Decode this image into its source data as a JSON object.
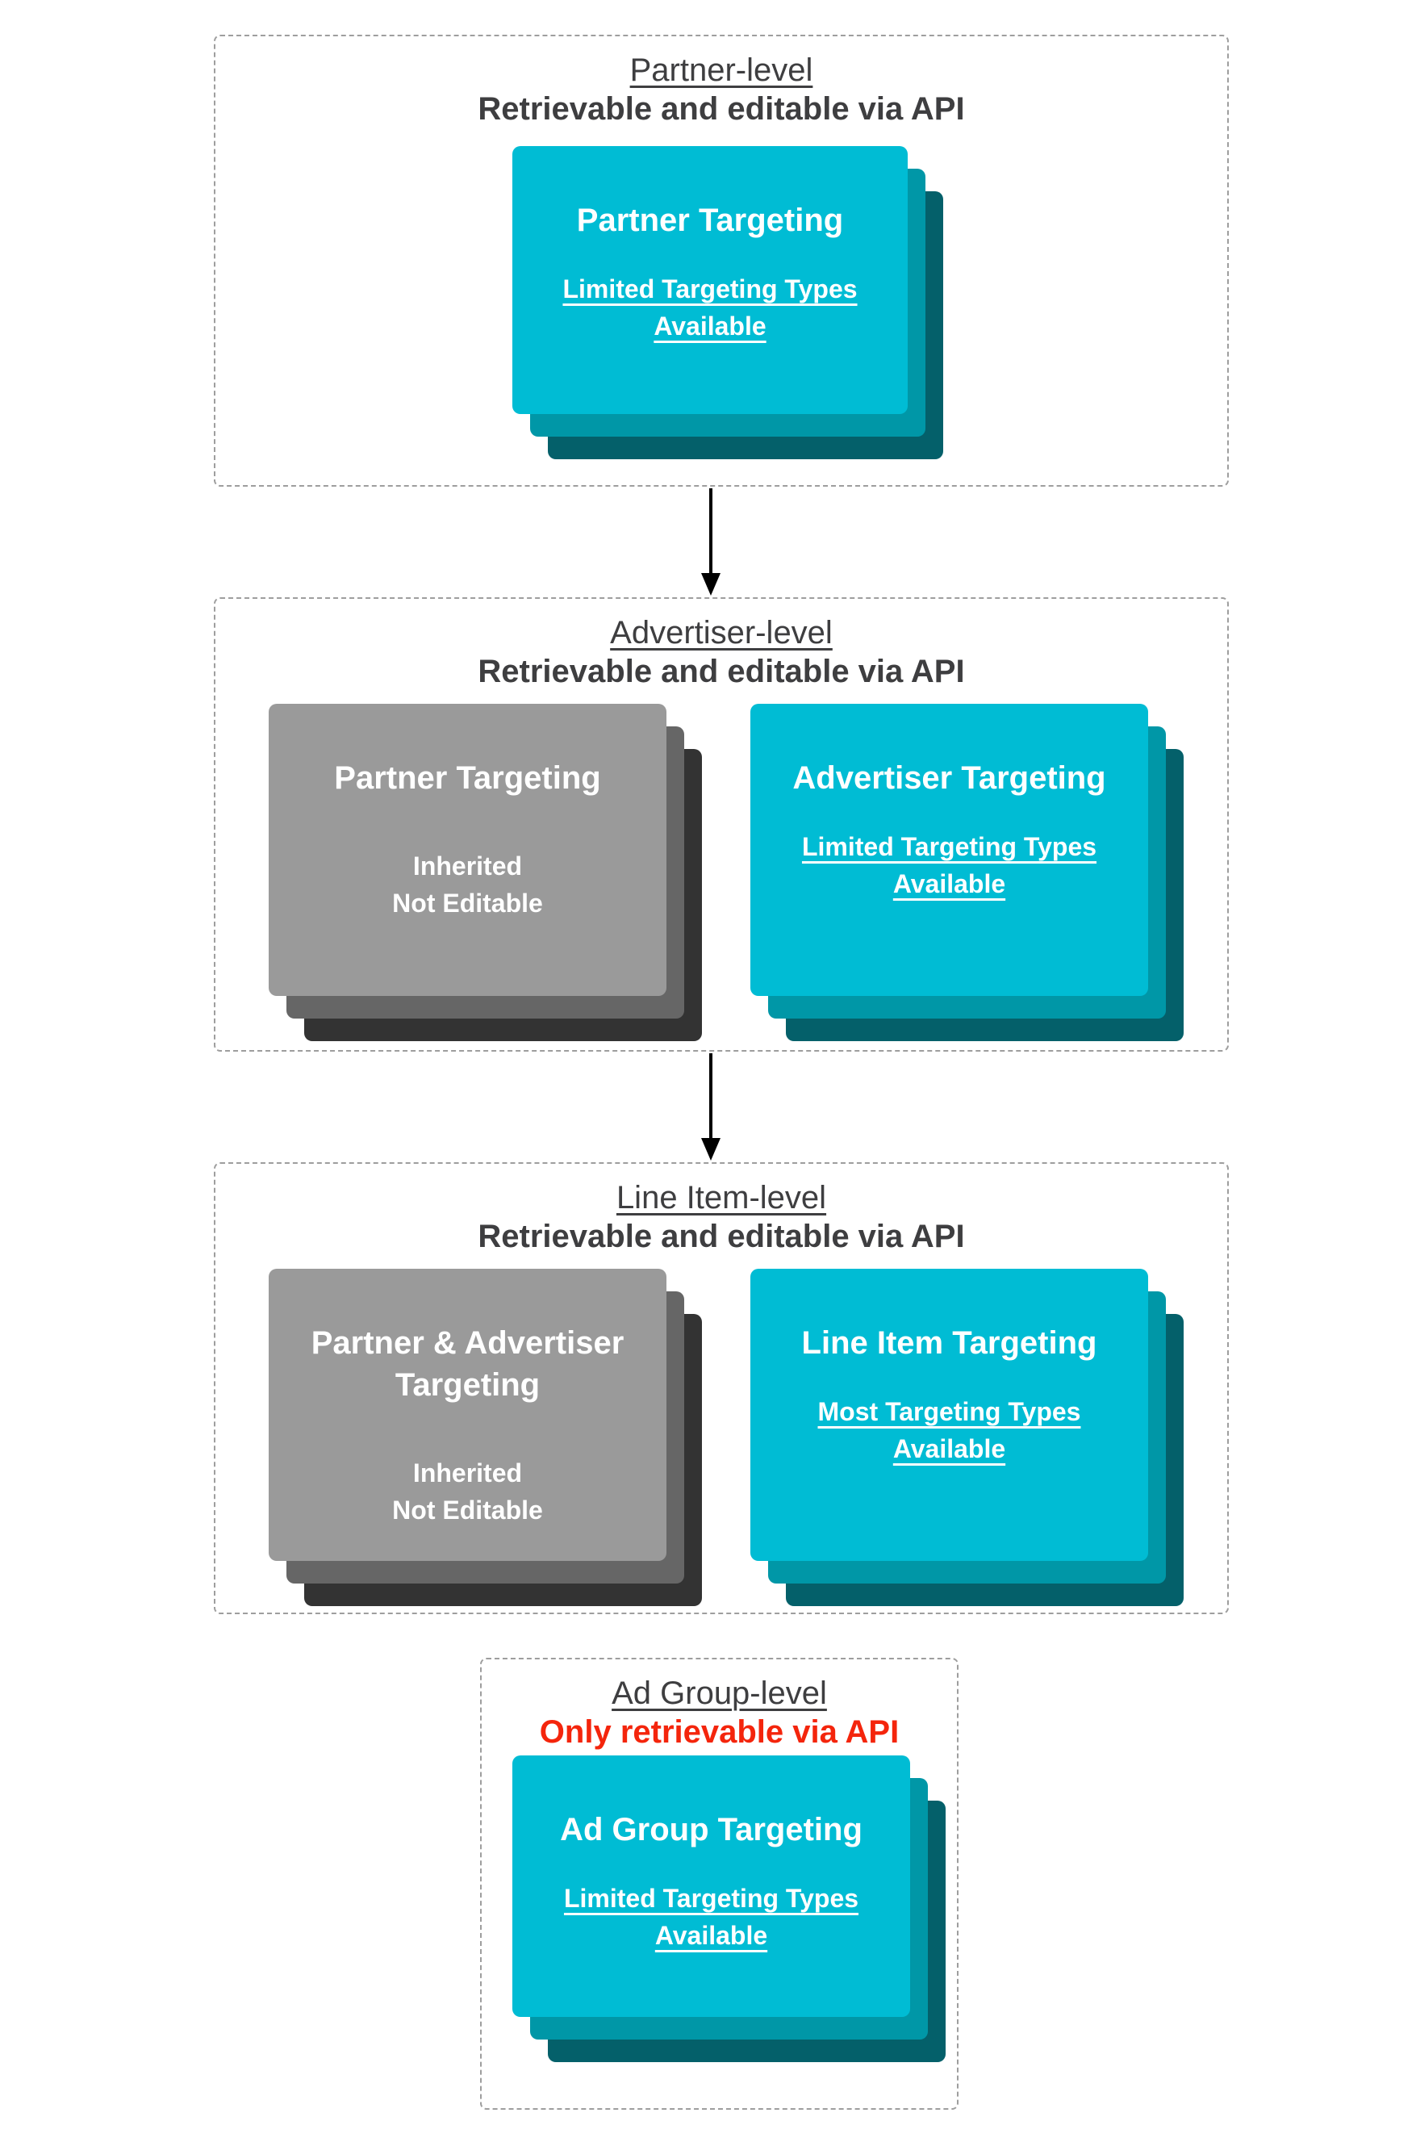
{
  "colors": {
    "teal": "#00BCD4",
    "teal-shadow-1": "#0097A7",
    "teal-shadow-2": "#04606A",
    "gray": "#9A9A9A",
    "gray-shadow-1": "#666666",
    "gray-shadow-2": "#333333",
    "ink": "#3E3E40",
    "red": "#F4250C",
    "border": "#9E9E9E",
    "arrow": "#000000",
    "card-text": "#FFFFFF"
  },
  "sections": [
    {
      "title": "Partner-level",
      "subtitle": "Retrievable and editable via API",
      "cards": [
        {
          "title": "Partner Targeting",
          "body_lines": [
            "Limited Targeting Types",
            "Available"
          ]
        }
      ]
    },
    {
      "title": "Advertiser-level",
      "subtitle": "Retrievable and editable via API",
      "cards": [
        {
          "title": "Partner Targeting",
          "body_lines": [
            "Inherited",
            "Not Editable"
          ]
        },
        {
          "title": "Advertiser Targeting",
          "body_lines": [
            "Limited Targeting Types",
            "Available"
          ]
        }
      ]
    },
    {
      "title": "Line Item-level",
      "subtitle": "Retrievable and editable via API",
      "cards": [
        {
          "title": "Partner & Advertiser Targeting",
          "body_lines": [
            "Inherited",
            "Not Editable"
          ]
        },
        {
          "title": "Line Item Targeting",
          "body_lines": [
            "Most Targeting Types",
            "Available"
          ]
        }
      ]
    },
    {
      "title": "Ad Group-level",
      "subtitle": "Only retrievable via API",
      "cards": [
        {
          "title": "Ad Group Targeting",
          "body_lines": [
            "Limited Targeting Types",
            "Available"
          ]
        }
      ]
    }
  ]
}
